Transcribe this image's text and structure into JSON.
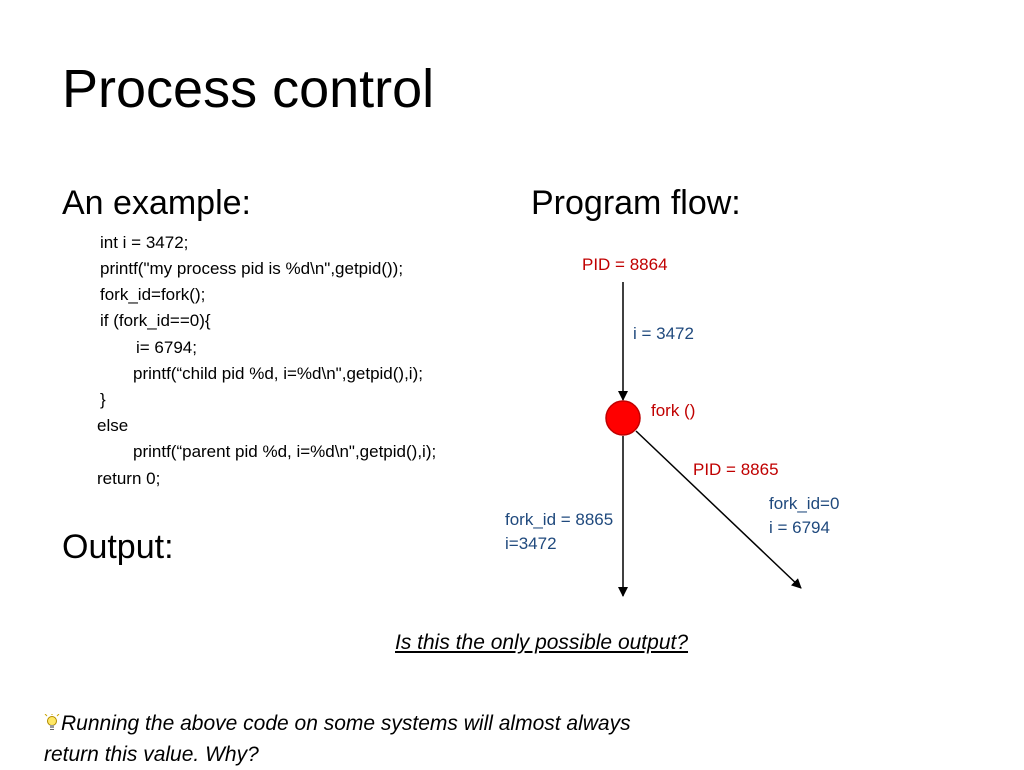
{
  "slide": {
    "title": "Process control",
    "example_heading": "An example:",
    "flow_heading": "Program flow:",
    "output_heading": "Output:"
  },
  "code_lines": [
    "int i = 3472;",
    "printf(\"my process pid is %d\\n\",getpid());",
    "fork_id=fork();",
    "if (fork_id==0){",
    "i= 6794;",
    "printf(“child pid %d, i=%d\\n\",getpid(),i);",
    "}",
    "else",
    "printf(“parent pid %d, i=%d\\n\",getpid(),i);",
    "return 0;"
  ],
  "flow": {
    "parent_pid": "PID = 8864",
    "i_initial": "i = 3472",
    "fork_label": "fork ()",
    "child_pid": "PID = 8865",
    "parent_branch": "fork_id = 8865\ni=3472",
    "child_branch": "fork_id=0\ni = 6794"
  },
  "question": "Is this the only possible output?",
  "note": {
    "text": "Running the above code on some systems will almost always return this value. Why?",
    "icon": "lightbulb-icon"
  },
  "colors": {
    "pid_red": "#c00000",
    "flow_blue": "#1f497d",
    "fork_node": "#ff0000"
  }
}
